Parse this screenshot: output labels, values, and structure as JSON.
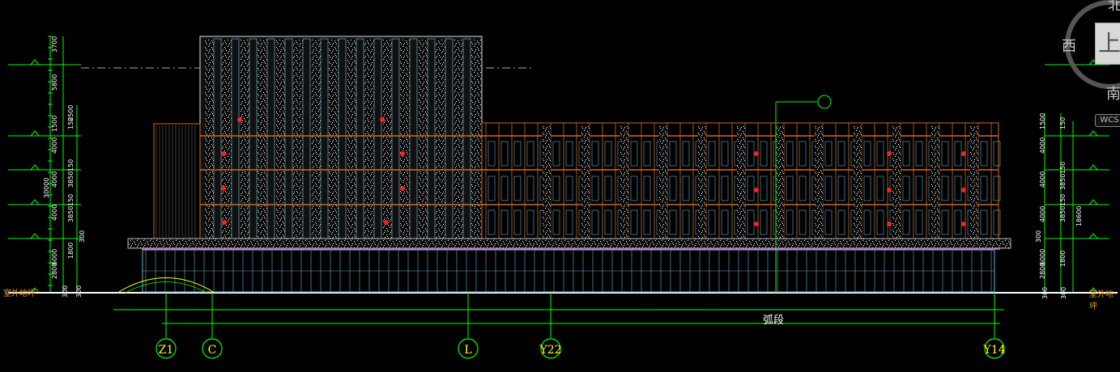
{
  "drawing": {
    "left_dims": [
      "3700",
      "5800",
      "1500",
      "4000",
      "4000",
      "4000",
      "300",
      "6000",
      "2800",
      "300",
      "300"
    ],
    "left_dims_inner": [
      "2500",
      "150",
      "150",
      "3850",
      "150",
      "3850",
      "1800"
    ],
    "left_total": "30000",
    "right_dims": [
      "1500",
      "4000",
      "4000",
      "4000",
      "300",
      "6000",
      "2800",
      "300",
      "300"
    ],
    "right_dims_inner": [
      "150",
      "150",
      "3850",
      "150",
      "3850",
      "1800"
    ],
    "right_total": "18600",
    "ground_label_left": "室外地坪",
    "ground_label_right": "室外地坪",
    "arc_segment_label": "弧段",
    "axes": [
      "Z1",
      "C",
      "L",
      "Y22",
      "Y14"
    ]
  },
  "viewcube": {
    "north": "北",
    "west": "西",
    "south": "南",
    "face": "上",
    "wcs": "WCS"
  },
  "colors": {
    "bg": "#000000",
    "dim_green": "#00ff00",
    "facade_orange": "#d2691e",
    "glass_blue": "#5fb3d9",
    "window_white": "#e8e8e8",
    "marker_red": "#ff2020",
    "axis_yellow": "#ffff00",
    "beam_magenta": "#e060e0"
  }
}
